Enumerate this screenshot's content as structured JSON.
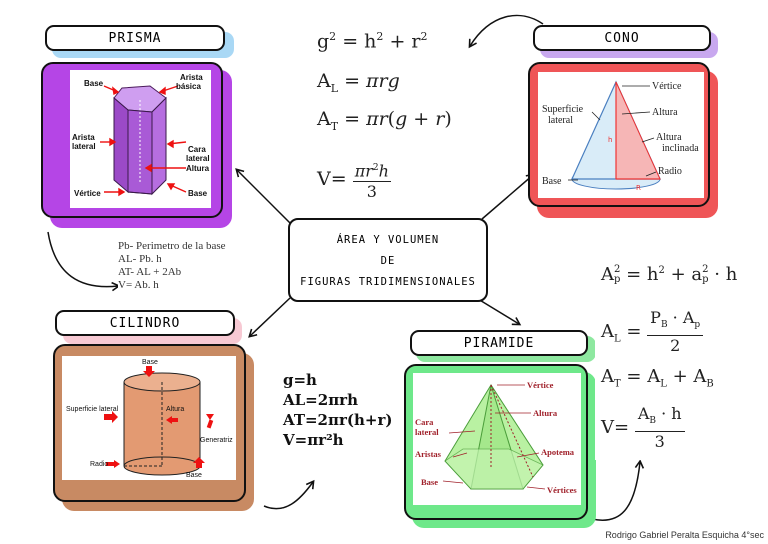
{
  "center": {
    "line1": "ÁREA Y VOLUMEN",
    "line2": "DE",
    "line3": "FIGURAS TRIDIMENSIONALES"
  },
  "prisma": {
    "title": "PRISMA",
    "labels": {
      "base": "Base",
      "arista_basica": "Arista básica",
      "arista_lateral": "Arista lateral",
      "cara_lateral": "Cara lateral",
      "altura": "Altura",
      "vertice": "Vértice",
      "base2": "Base"
    },
    "formulas": [
      "Pb- Perimetro de la base",
      "AL- Pb. h",
      "AT- AL + 2Ab",
      "V= Ab. h"
    ]
  },
  "cono": {
    "title": "CONO",
    "labels": {
      "vertice": "Vértice",
      "superficie": "Superficie lateral",
      "altura": "Altura",
      "altura_inclinada": "Altura inclinada",
      "radio": "Radio",
      "base": "Base",
      "h": "h",
      "r": "R"
    },
    "formulas": [
      "g² = h² + r²",
      "A_L = πrg",
      "A_T = πr(g + r)",
      "V = πr²h / 3"
    ]
  },
  "cilindro": {
    "title": "CILINDRO",
    "labels": {
      "base_top": "Base",
      "superficie": "Superficie lateral",
      "altura": "Altura",
      "generatriz": "Generatriz",
      "radio": "Radio",
      "base_bottom": "Base"
    },
    "formulas": [
      "g=h",
      "AL=2πrh",
      "AT=2πr(h+r)",
      "V=πr²h"
    ]
  },
  "piramide": {
    "title": "PIRAMIDE",
    "labels": {
      "vertice": "Vértice",
      "altura": "Altura",
      "cara_lateral": "Cara lateral",
      "aristas": "Aristas",
      "apotema": "Apotema",
      "base": "Base",
      "vertices": "Vértices"
    },
    "formulas": [
      "A_p² = h² + a_p² · h",
      "A_L = P_B · A_p / 2",
      "A_T = A_L + A_B",
      "V = A_B · h / 3"
    ]
  },
  "footer": "Rodrigo Gabriel Peralta Esquicha 4°sec",
  "colors": {
    "prisma": "#b545e6",
    "cono": "#ef5557",
    "cilindro": "#c88a63",
    "piramide": "#6ee88a",
    "prisma_label_shadow": "#a9d8f5",
    "cono_label_shadow": "#c8a8ef",
    "cilindro_label_shadow": "#f7c9d3",
    "piramide_label_shadow": "#8ee8a0"
  }
}
